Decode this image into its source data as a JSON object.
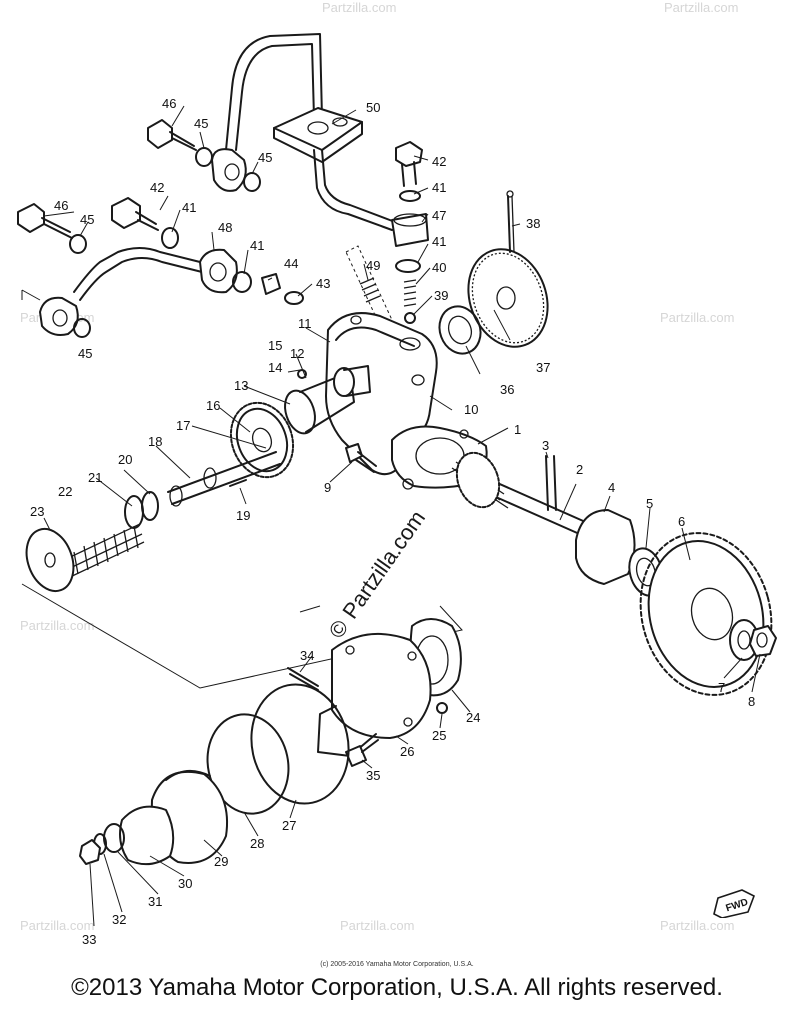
{
  "diagram": {
    "callouts": [
      "1",
      "2",
      "3",
      "4",
      "5",
      "6",
      "7",
      "8",
      "9",
      "10",
      "11",
      "12",
      "13",
      "14",
      "15",
      "16",
      "17",
      "18",
      "19",
      "20",
      "21",
      "22",
      "23",
      "24",
      "25",
      "26",
      "27",
      "28",
      "29",
      "30",
      "31",
      "32",
      "33",
      "34",
      "35",
      "36",
      "37",
      "38",
      "39",
      "40",
      "41",
      "42",
      "43",
      "44",
      "45",
      "46",
      "47",
      "48",
      "49",
      "50"
    ],
    "repeat_labels": [
      "41",
      "41",
      "41",
      "41",
      "42",
      "42",
      "45",
      "45",
      "45",
      "45",
      "46",
      "46"
    ],
    "watermark_text": "Partzilla.com",
    "watermark_symbol": "©",
    "fwd_label": "FWD"
  },
  "footer": {
    "small_copyright": "(c) 2005-2016 Yamaha Motor Corporation, U.S.A.",
    "copyright": "©2013 Yamaha Motor Corporation, U.S.A. All rights reserved."
  }
}
